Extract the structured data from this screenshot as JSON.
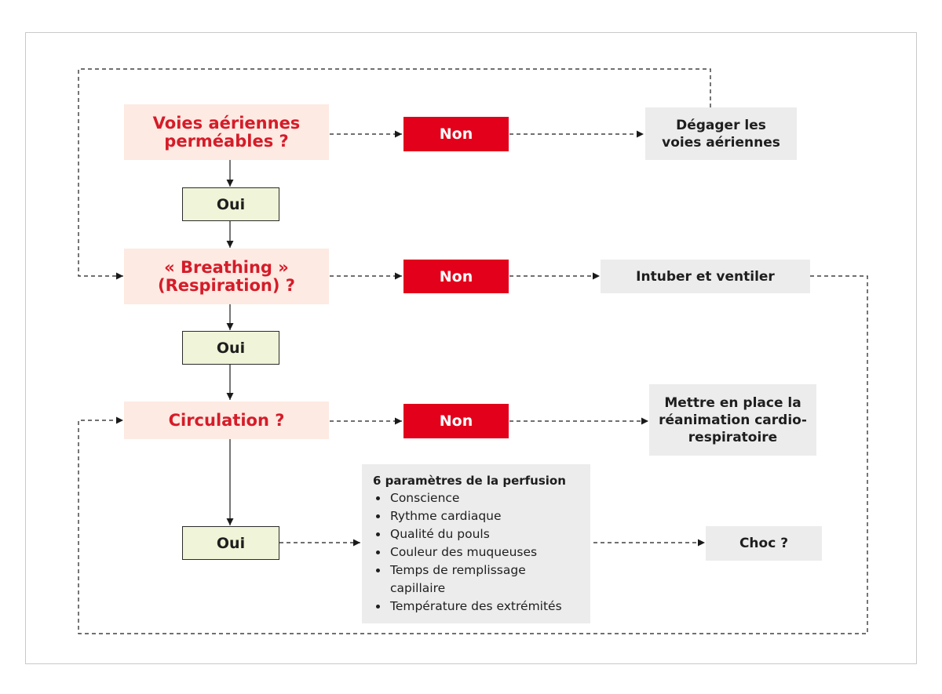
{
  "questions": {
    "airway": [
      "Voies aériennes",
      "perméables ?"
    ],
    "breathing": [
      "« Breathing »",
      "(Respiration) ?"
    ],
    "circulation": "Circulation ?"
  },
  "non_label": "Non",
  "oui_label": "Oui",
  "actions": {
    "airway": [
      "Dégager les",
      "voies aériennes"
    ],
    "breathing": "Intuber et ventiler",
    "circulation": [
      "Mettre en place la",
      "réanimation cardio-",
      "respiratoire"
    ],
    "shock": "Choc ?"
  },
  "perfusion": {
    "title": "6 paramètres de la perfusion",
    "items": [
      "Conscience",
      "Rythme cardiaque",
      "Qualité du pouls",
      "Couleur des muqueuses",
      "Temps de remplissage capillaire",
      "Température des extrémités"
    ]
  },
  "colors": {
    "question_fill": "#fdeae2",
    "question_text": "#d51c29",
    "non_fill": "#e2001a",
    "oui_fill": "#f0f4d8",
    "action_fill": "#ececec"
  }
}
